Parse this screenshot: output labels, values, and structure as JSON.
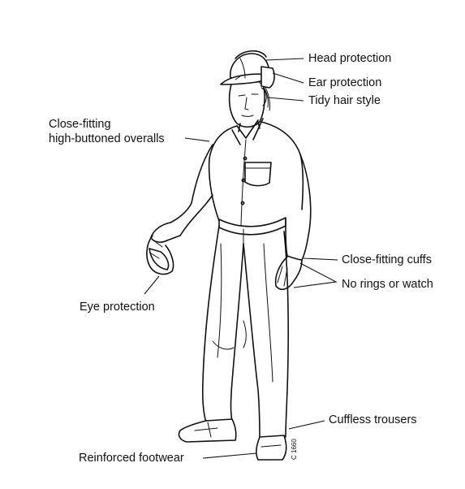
{
  "labels": {
    "head_protection": "Head protection",
    "ear_protection": "Ear protection",
    "tidy_hair_style": "Tidy hair style",
    "overalls_line1": "Close-fitting",
    "overalls_line2": "high-buttoned overalls",
    "close_fitting_cuffs": "Close-fitting cuffs",
    "no_rings_or_watch": "No rings or watch",
    "eye_protection": "Eye protection",
    "cuffless_trousers": "Cuffless trousers",
    "reinforced_footwear": "Reinforced footwear"
  },
  "figure_code": "C 1660",
  "colors": {
    "ink": "#111111",
    "background": "#ffffff"
  }
}
